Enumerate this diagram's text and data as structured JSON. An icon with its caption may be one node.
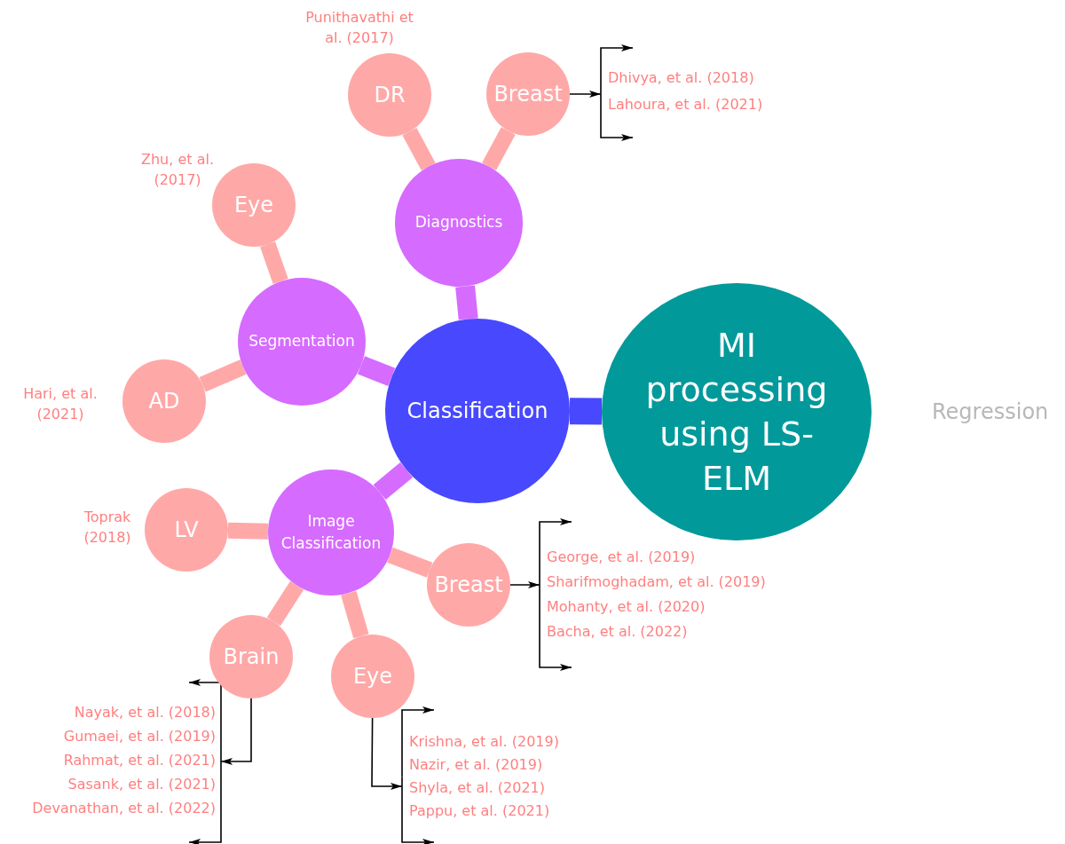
{
  "diagram": {
    "nodes": [
      {
        "text": [
          "MI processing using LS-ELM"
        ]
      },
      {
        "text": [
          "Classification"
        ]
      },
      {
        "text": [
          "Diagnostics"
        ]
      },
      {
        "text": [
          "Segmentation"
        ]
      },
      {
        "text": [
          "Image Classification"
        ]
      },
      {
        "text": [
          "DR"
        ],
        "beside": [
          "Punithavathi et al. (2017)"
        ]
      },
      {
        "text": [
          "Breast"
        ]
      },
      {
        "text": [
          "Eye"
        ],
        "beside": [
          "Zhu, et al. (2017)"
        ]
      },
      {
        "text": [
          "AD"
        ],
        "beside": [
          "Hari, et al. (2021)"
        ]
      },
      {
        "text": [
          "LV"
        ],
        "beside": [
          "Toprak (2018)"
        ]
      },
      {
        "text": [
          "Breast"
        ]
      },
      {
        "text": [
          "Brain"
        ]
      },
      {
        "text": [
          "Eye"
        ]
      },
      {
        "text": [
          "Dhivya, et al. (2018)",
          "Lahoura, et al. (2021)"
        ]
      },
      {
        "text": [
          "George, et al. (2019)",
          "Sharifmoghadam, et al. (2019)",
          "Mohanty, et al. (2020)",
          "Bacha, et al. (2022)"
        ]
      },
      {
        "text": [
          "Nayak, et al. (2018)",
          "Gumaei, et al. (2019)",
          "Rahmat, et al. (2021)",
          "Sasank, et al. (2021)",
          "Devanathan, et al. (2022)"
        ]
      },
      {
        "text": [
          "Krishna, et al. (2019)",
          "Nazir, et al. (2019)",
          "Shyla, et al. (2021)",
          "Pappu, et al. (2021)"
        ]
      }
    ],
    "edges": [
      {
        "from": 1,
        "to": 0,
        "arrow": "none",
        "style": "thick",
        "color": "#4848ff"
      },
      {
        "from": 1,
        "to": 2,
        "arrow": "none",
        "style": "thick",
        "color": "#d66bff"
      },
      {
        "from": 1,
        "to": 3,
        "arrow": "none",
        "style": "thick",
        "color": "#d66bff"
      },
      {
        "from": 1,
        "to": 4,
        "arrow": "none",
        "style": "thick",
        "color": "#d66bff"
      },
      {
        "from": 2,
        "to": 5,
        "arrow": "none",
        "style": "thick",
        "color": "#ffa8a8"
      },
      {
        "from": 2,
        "to": 6,
        "arrow": "none",
        "style": "thick",
        "color": "#ffa8a8"
      },
      {
        "from": 3,
        "to": 7,
        "arrow": "none",
        "style": "thick",
        "color": "#ffa8a8"
      },
      {
        "from": 3,
        "to": 8,
        "arrow": "none",
        "style": "thick",
        "color": "#ffa8a8"
      },
      {
        "from": 4,
        "to": 9,
        "arrow": "none",
        "style": "thick",
        "color": "#ffa8a8"
      },
      {
        "from": 4,
        "to": 10,
        "arrow": "none",
        "style": "thick",
        "color": "#ffa8a8"
      },
      {
        "from": 4,
        "to": 11,
        "arrow": "none",
        "style": "thick",
        "color": "#ffa8a8"
      },
      {
        "from": 4,
        "to": 12,
        "arrow": "none",
        "style": "thick",
        "color": "#ffa8a8"
      },
      {
        "from": 6,
        "to": 13,
        "arrow": "to"
      },
      {
        "from": 10,
        "to": 14,
        "arrow": "to"
      },
      {
        "from": 11,
        "to": 15,
        "arrow": "to"
      },
      {
        "from": 12,
        "to": 16,
        "arrow": "to"
      },
      {
        "from": 13,
        "to": null,
        "arrow": "to"
      },
      {
        "from": 13,
        "to": null,
        "arrow": "to"
      },
      {
        "from": 14,
        "to": null,
        "arrow": "to"
      },
      {
        "from": 14,
        "to": null,
        "arrow": "to"
      },
      {
        "from": 15,
        "to": null,
        "arrow": "to"
      },
      {
        "from": 15,
        "to": null,
        "arrow": "to"
      },
      {
        "from": 16,
        "to": null,
        "arrow": "to"
      },
      {
        "from": 16,
        "to": null,
        "arrow": "to"
      }
    ],
    "labels": [
      "Regression"
    ]
  }
}
